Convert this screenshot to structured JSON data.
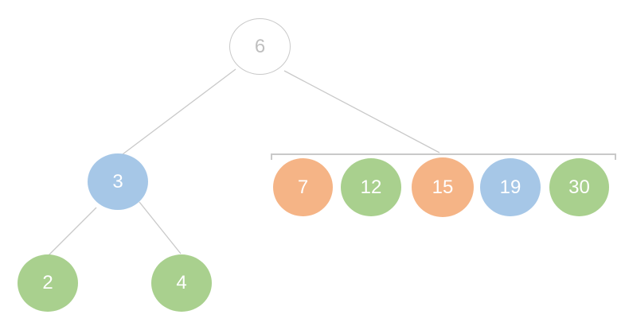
{
  "diagram": {
    "palette": {
      "orange": "#F5B486",
      "green": "#A9D08E",
      "blue": "#A6C7E7",
      "line": "#C9C9C9",
      "root_border": "#C9C9C9",
      "root_text": "#BFBFBF",
      "node_text": "#FFFFFF",
      "background": "#FFFFFF"
    },
    "nodes": {
      "root": {
        "value": "6",
        "color": "white"
      },
      "left_child": {
        "value": "3",
        "color": "blue"
      },
      "left_grandchild_left": {
        "value": "2",
        "color": "green"
      },
      "left_grandchild_right": {
        "value": "4",
        "color": "green"
      },
      "right_group": [
        {
          "value": "7",
          "color": "orange"
        },
        {
          "value": "12",
          "color": "green"
        },
        {
          "value": "15",
          "color": "orange"
        },
        {
          "value": "19",
          "color": "blue"
        },
        {
          "value": "30",
          "color": "green"
        }
      ]
    }
  }
}
